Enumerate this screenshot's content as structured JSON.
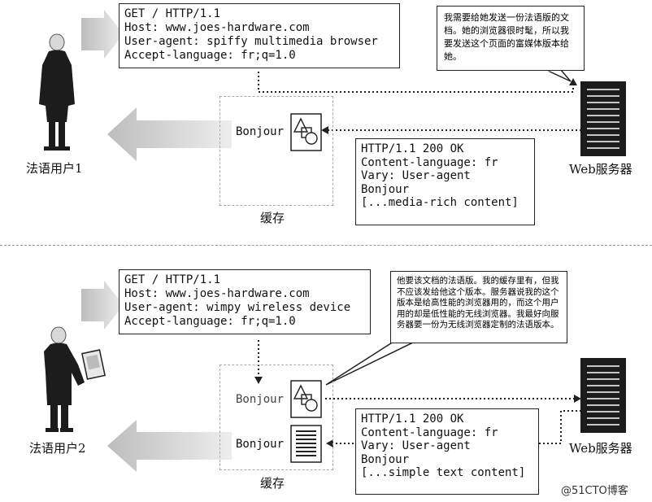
{
  "top": {
    "request_lines": [
      "GET / HTTP/1.1",
      "Host: www.joes-hardware.com",
      "User-agent: spiffy multimedia browser",
      "Accept-language: fr;q=1.0"
    ],
    "bubble_text": "我需要给她发送一份法语版的文档。她的浏览器很时髦，所以我要发送这个页面的富媒体版本给她。",
    "cache_item_label": "Bonjour",
    "response_lines": [
      "HTTP/1.1 200 OK",
      "Content-language: fr",
      "Vary: User-agent",
      "",
      "Bonjour",
      "[...media-rich content]"
    ],
    "user_label": "法语用户1",
    "server_label": "Web服务器",
    "cache_label": "缓存"
  },
  "bottom": {
    "request_lines": [
      "GET / HTTP/1.1",
      "Host: www.joes-hardware.com",
      "User-agent: wimpy wireless device",
      "Accept-language: fr;q=1.0"
    ],
    "bubble_text": "他要该文档的法语版。我的缓存里有，但我不应该发给他这个版本。服务器说我的这个版本是给高性能的浏览器用的，而这个用户用的却是低性能的无线浏览器。我最好向服务器要一份为无线浏览器定制的法语版本。",
    "cache_item1_label": "Bonjour",
    "cache_item2_label": "Bonjour",
    "response_lines": [
      "HTTP/1.1 200 OK",
      "Content-language: fr",
      "Vary: User-agent",
      "",
      "Bonjour",
      "[...simple text content]"
    ],
    "user_label": "法语用户2",
    "server_label": "Web服务器",
    "cache_label": "缓存"
  },
  "watermark": "@51CTO博客"
}
